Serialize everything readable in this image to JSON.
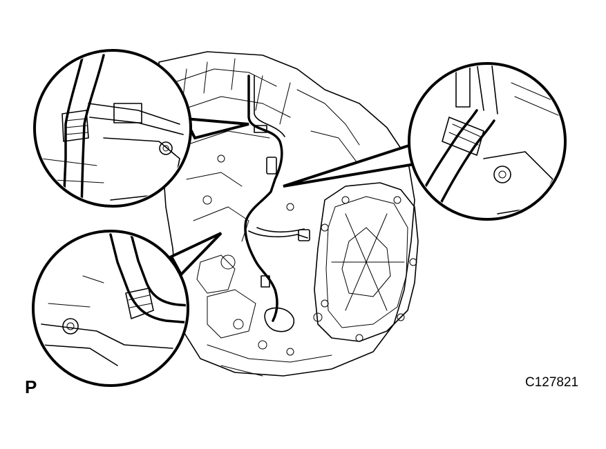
{
  "figure": {
    "view_label": "P",
    "figure_code": "C127821"
  },
  "components": {
    "main": "transmission-assembly",
    "harness": "wire-harness",
    "callouts": [
      "detail-upper-left",
      "detail-upper-right",
      "detail-lower-left"
    ]
  },
  "colors": {
    "line": "#000000",
    "background": "#ffffff"
  }
}
